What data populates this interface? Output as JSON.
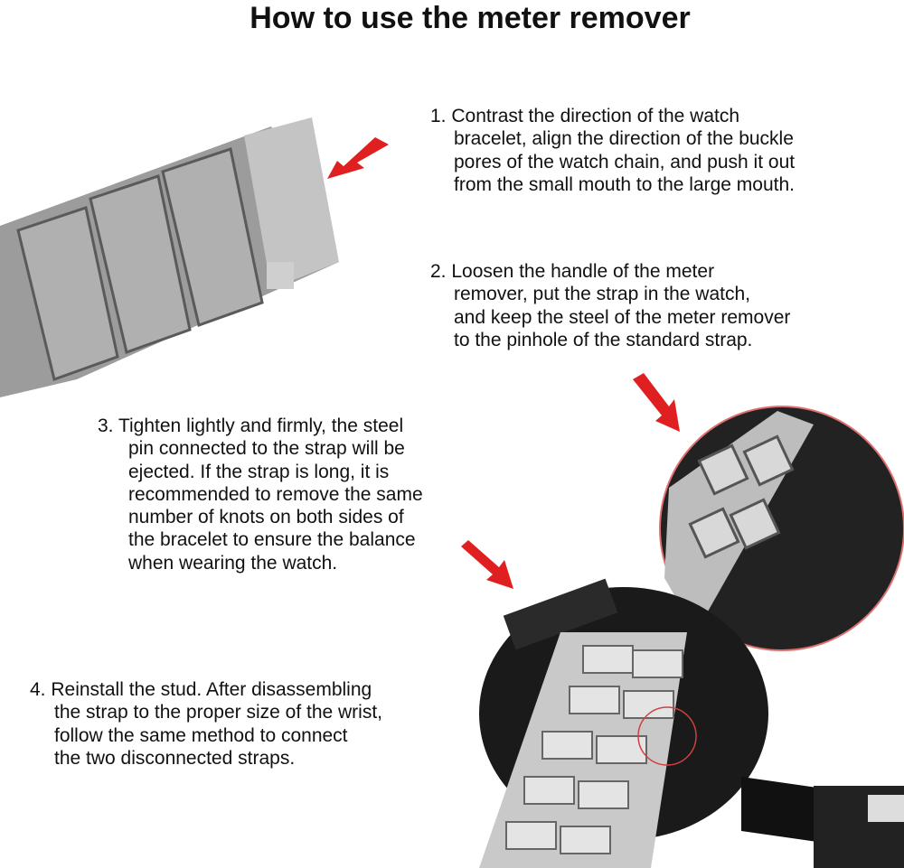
{
  "title": "How to use the meter remover",
  "steps": [
    {
      "lines": [
        "1. Contrast the direction of the watch",
        "bracelet, align the direction of the buckle",
        "pores of the watch chain, and push it out",
        "from the small mouth to the large mouth."
      ]
    },
    {
      "lines": [
        "2. Loosen the handle of the meter",
        "remover, put the strap in the watch,",
        "and keep the steel of the meter remover",
        "to the pinhole of the standard strap."
      ]
    },
    {
      "lines": [
        "3. Tighten lightly and firmly, the steel",
        "pin connected to the strap will be",
        "ejected. If the strap is long, it is",
        "recommended to remove the same",
        "number of knots on both sides of",
        "the bracelet to ensure the balance",
        "when wearing the watch."
      ]
    },
    {
      "lines": [
        "4. Reinstall the stud. After disassembling",
        "the strap to the proper size of the wrist,",
        "follow the same method to connect",
        "the two disconnected straps."
      ]
    }
  ],
  "colors": {
    "arrow": "#e02020",
    "steel": "#a9a9a9",
    "tool": "#1a1a1a"
  }
}
